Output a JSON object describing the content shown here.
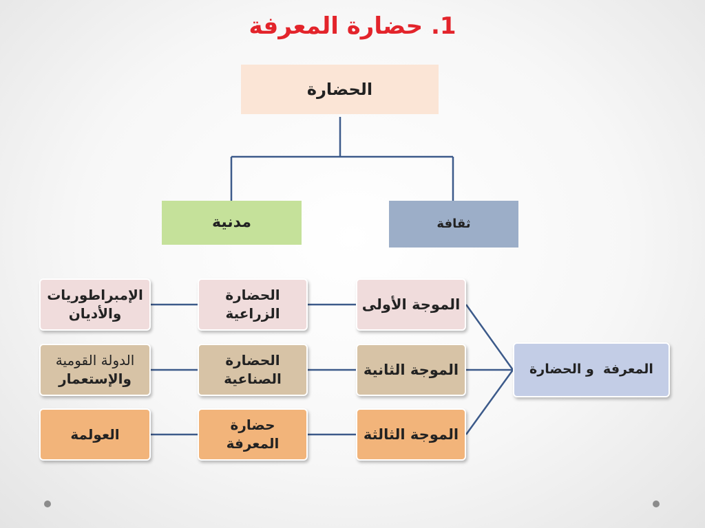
{
  "title": "1. حضارة المعرفة",
  "root": "الحضارة",
  "branches": {
    "madaniya": "مدنية",
    "thaqafa": "ثقافة"
  },
  "hub": "المعرفة  و الحضارة",
  "waves": [
    {
      "wave": "الموجة الأولى",
      "civ_line1": "الحضارة",
      "civ_line2": "الزراعية",
      "result_line1": "الإمبراطوريات",
      "result_line2": "والأديان"
    },
    {
      "wave": "الموجة الثانية",
      "civ_line1": "الحضارة",
      "civ_line2": "الصناعية",
      "result_line1": "الدولة القومية",
      "result_line2": "والإستعمار"
    },
    {
      "wave": "الموجة الثالثة",
      "civ_line1": "حضارة",
      "civ_line2": "المعرفة",
      "result_line1": "العولمة",
      "result_line2": ""
    }
  ],
  "colors": {
    "title": "#e3242b",
    "root_fill": "#fbe5d6",
    "madaniya_fill": "#c5e19a",
    "thaqafa_fill": "#9caec8",
    "hub_fill": "#c3cde6",
    "row1_fill": "#f0dcdc",
    "row2_fill": "#d7c3a6",
    "row3_fill": "#f2b47a",
    "line": "#3c5a8a"
  }
}
